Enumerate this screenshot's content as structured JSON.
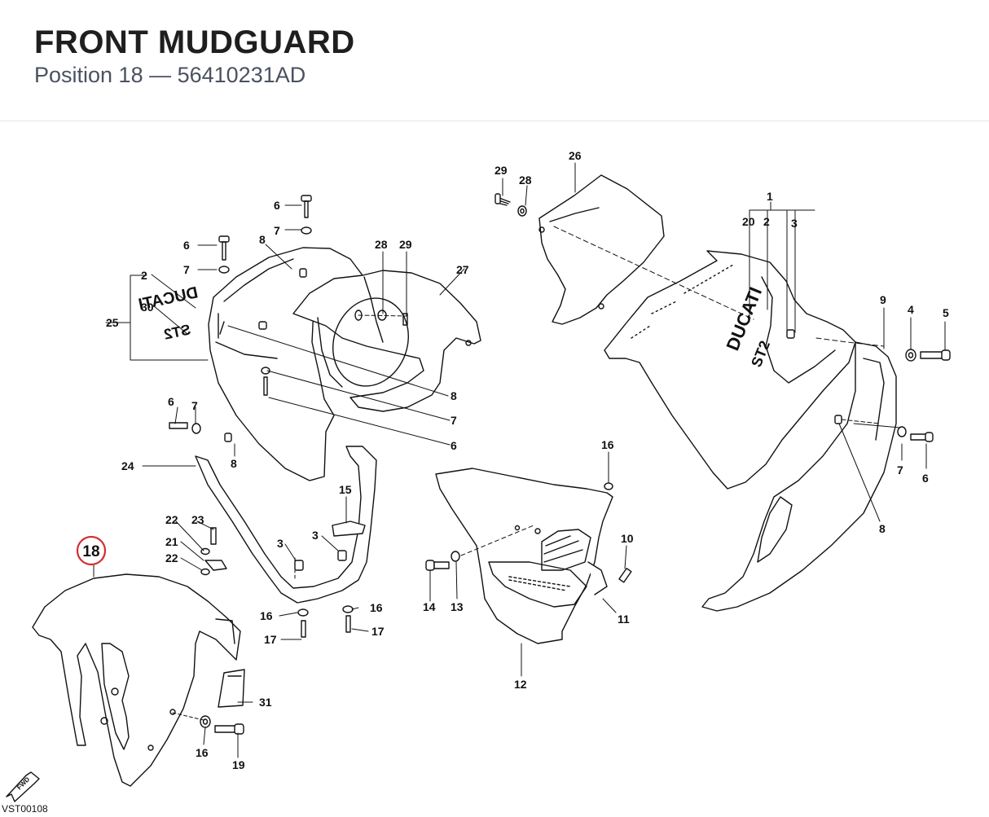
{
  "header": {
    "title": "FRONT MUDGUARD",
    "subtitle": "Position 18 — 56410231AD"
  },
  "highlight": {
    "label": "18",
    "color": "#d32f2f"
  },
  "callouts": [
    {
      "id": "c26",
      "text": "26"
    },
    {
      "id": "c29a",
      "text": "29"
    },
    {
      "id": "c28a",
      "text": "28"
    },
    {
      "id": "c1",
      "text": "1"
    },
    {
      "id": "c20",
      "text": "20"
    },
    {
      "id": "c2a",
      "text": "2"
    },
    {
      "id": "c3a",
      "text": "3"
    },
    {
      "id": "c6a",
      "text": "6"
    },
    {
      "id": "c7a",
      "text": "7"
    },
    {
      "id": "c8a",
      "text": "8"
    },
    {
      "id": "c6b",
      "text": "6"
    },
    {
      "id": "c7b",
      "text": "7"
    },
    {
      "id": "c28b",
      "text": "28"
    },
    {
      "id": "c29b",
      "text": "29"
    },
    {
      "id": "c27",
      "text": "27"
    },
    {
      "id": "c2b",
      "text": "2"
    },
    {
      "id": "c30",
      "text": "30"
    },
    {
      "id": "c25",
      "text": "25"
    },
    {
      "id": "c9",
      "text": "9"
    },
    {
      "id": "c4",
      "text": "4"
    },
    {
      "id": "c5",
      "text": "5"
    },
    {
      "id": "c8b",
      "text": "8"
    },
    {
      "id": "c7c",
      "text": "7"
    },
    {
      "id": "c6c",
      "text": "6"
    },
    {
      "id": "c6d",
      "text": "6"
    },
    {
      "id": "c7d",
      "text": "7"
    },
    {
      "id": "c8c",
      "text": "8"
    },
    {
      "id": "c24",
      "text": "24"
    },
    {
      "id": "c16a",
      "text": "16"
    },
    {
      "id": "c7e",
      "text": "7"
    },
    {
      "id": "c6e",
      "text": "6"
    },
    {
      "id": "c8d",
      "text": "8"
    },
    {
      "id": "c15",
      "text": "15"
    },
    {
      "id": "c22a",
      "text": "22"
    },
    {
      "id": "c23",
      "text": "23"
    },
    {
      "id": "c21",
      "text": "21"
    },
    {
      "id": "c22b",
      "text": "22"
    },
    {
      "id": "c3b",
      "text": "3"
    },
    {
      "id": "c3c",
      "text": "3"
    },
    {
      "id": "c10",
      "text": "10"
    },
    {
      "id": "c14",
      "text": "14"
    },
    {
      "id": "c13",
      "text": "13"
    },
    {
      "id": "c11",
      "text": "11"
    },
    {
      "id": "c16b",
      "text": "16"
    },
    {
      "id": "c16c",
      "text": "16"
    },
    {
      "id": "c17a",
      "text": "17"
    },
    {
      "id": "c17b",
      "text": "17"
    },
    {
      "id": "c12",
      "text": "12"
    },
    {
      "id": "c31",
      "text": "31"
    },
    {
      "id": "c16d",
      "text": "16"
    },
    {
      "id": "c19",
      "text": "19"
    }
  ],
  "decals": {
    "brand": "DUCATI",
    "model": "ST2",
    "fwd": "FWD"
  },
  "drawing_code": "VST00108"
}
